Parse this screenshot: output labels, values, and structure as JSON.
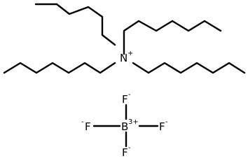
{
  "molecule": {
    "cation": {
      "center_symbol": "N",
      "center_charge": "+"
    },
    "anion": {
      "center_symbol": "B",
      "center_charge": "3+",
      "fluorine_top": "F",
      "fluorine_top_charge": "-",
      "fluorine_left": "F",
      "fluorine_left_charge": "-",
      "fluorine_right": "F",
      "fluorine_right_charge": "-",
      "fluorine_bottom": "F",
      "fluorine_bottom_charge": "-"
    }
  }
}
